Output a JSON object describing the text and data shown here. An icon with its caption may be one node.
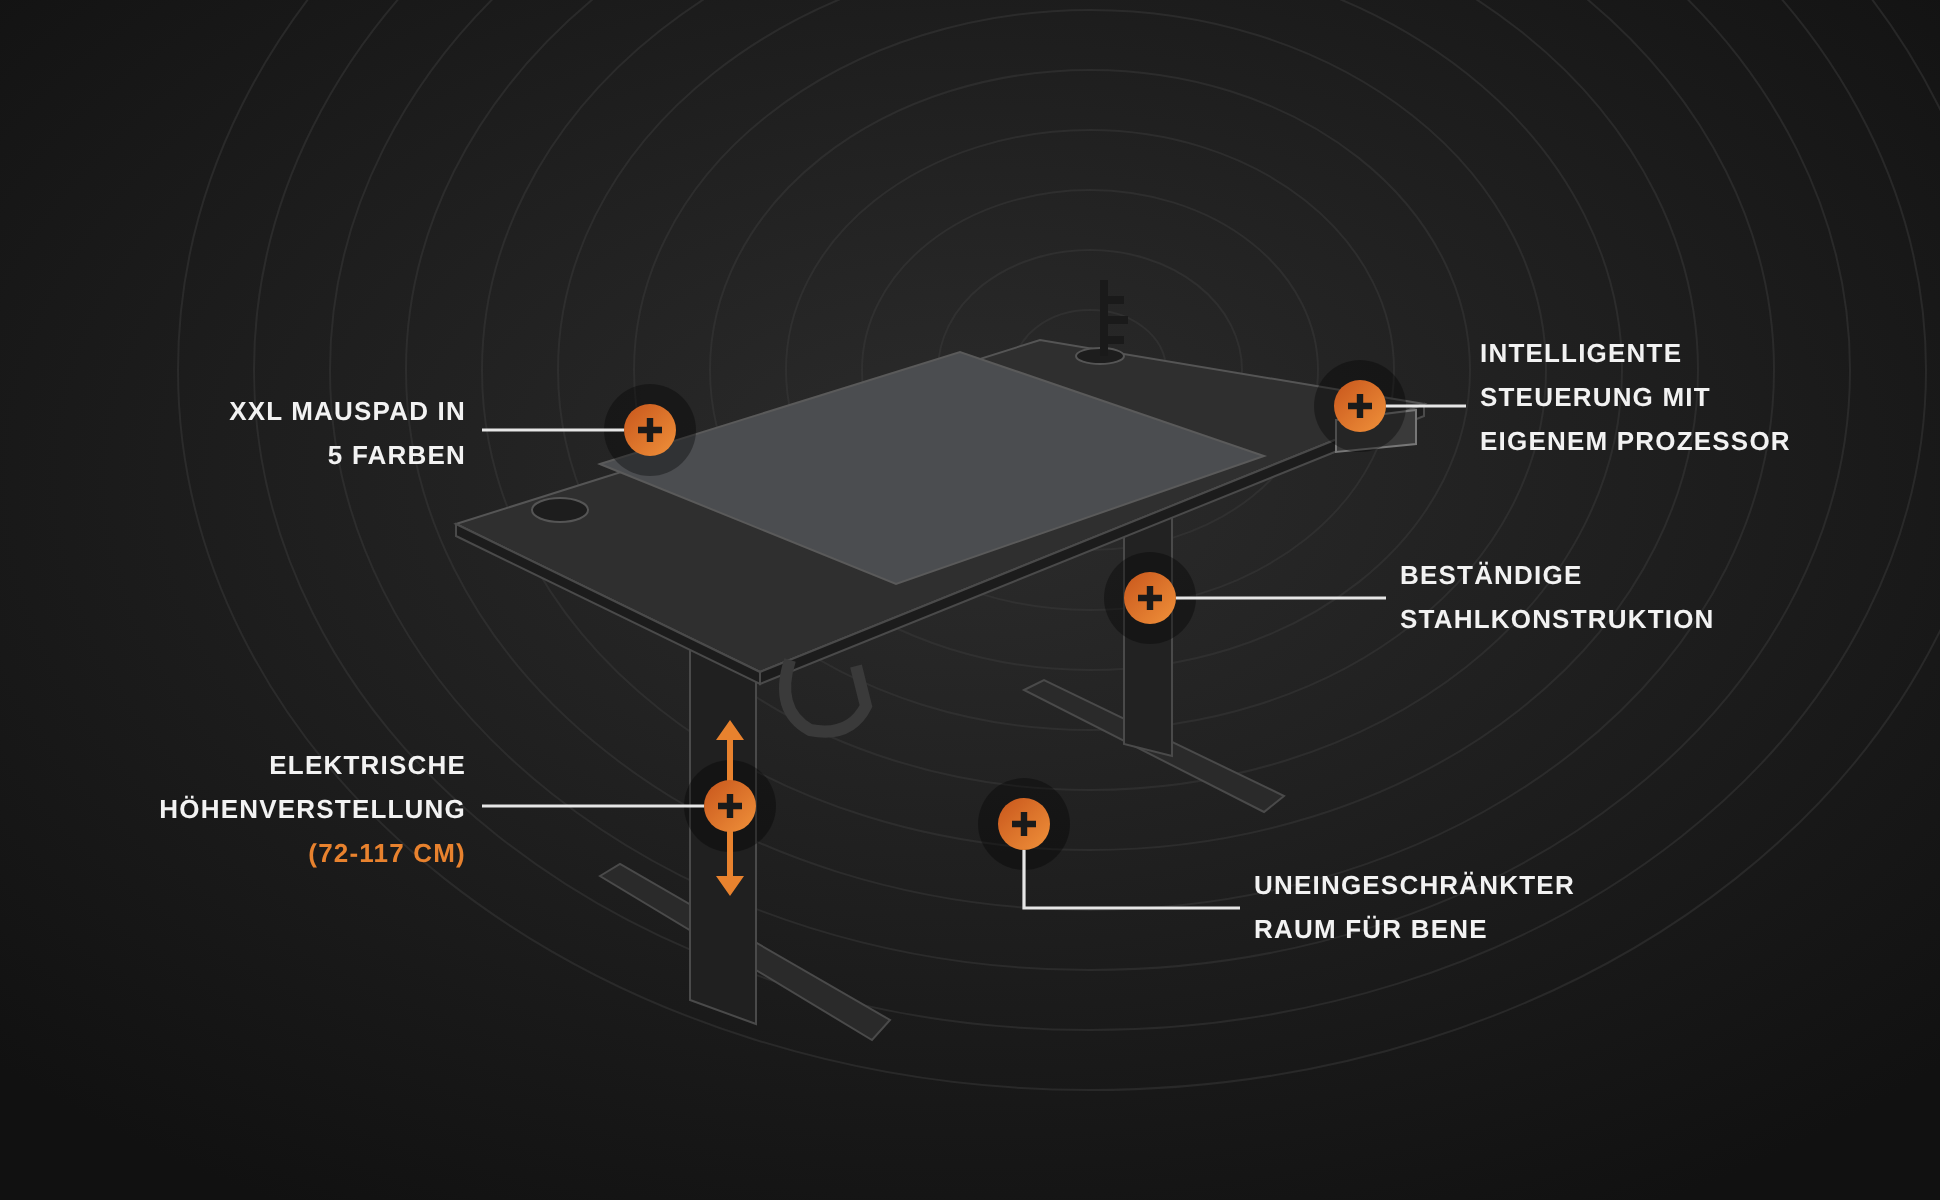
{
  "diagram": {
    "nodes": [
      {
        "text": [
          "INTELLIGENTE STEUERUNG MIT EIGENEM PROZESSOR"
        ]
      },
      {
        "text": [],
        "shape": "circle"
      },
      {
        "text": [
          "XXL MAUSPAD IN 5 FARBEN"
        ]
      },
      {
        "text": [],
        "shape": "circle"
      },
      {
        "text": [
          "BESTÄNDIGE STAHLKONSTRUKTION"
        ]
      },
      {
        "text": [],
        "shape": "circle"
      },
      {
        "text": [
          "ELEKTRISCHE HÖHENVERSTELLUNG",
          "(72-117 CM)"
        ]
      },
      {
        "text": [],
        "shape": "circle"
      },
      {
        "text": [],
        "shape": "circle"
      },
      {
        "text": [
          "UNEINGESCHRÄNKTER RAUM FÜR BENE"
        ]
      }
    ],
    "edges": [
      {
        "from": 0,
        "to": 1,
        "arrow": "none"
      },
      {
        "from": 2,
        "to": 3,
        "arrow": "none"
      },
      {
        "from": 4,
        "to": 5,
        "arrow": "none"
      },
      {
        "from": 6,
        "to": 7,
        "arrow": "none"
      },
      {
        "from": 9,
        "to": 8,
        "arrow": "none"
      }
    ]
  }
}
